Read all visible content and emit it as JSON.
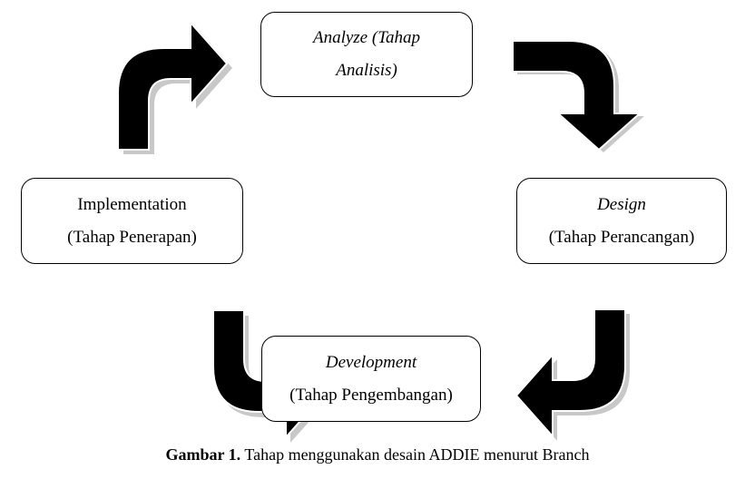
{
  "stages": {
    "analyze": {
      "line1": "Analyze (Tahap",
      "line2": "Analisis)"
    },
    "design": {
      "line1": "Design",
      "line2": "(Tahap Perancangan)"
    },
    "development": {
      "line1": "Development",
      "line2": "(Tahap Pengembangan)"
    },
    "implementation": {
      "line1": "Implementation",
      "line2": "(Tahap Penerapan)"
    }
  },
  "caption": {
    "label": "Gambar 1.",
    "text": " Tahap menggunakan desain ADDIE menurut Branch"
  },
  "colors": {
    "arrow_fill": "#000000",
    "arrow_shadow": "#c8c8c8",
    "box_border": "#000000"
  },
  "icons": [
    "curved-arrow-icon"
  ]
}
